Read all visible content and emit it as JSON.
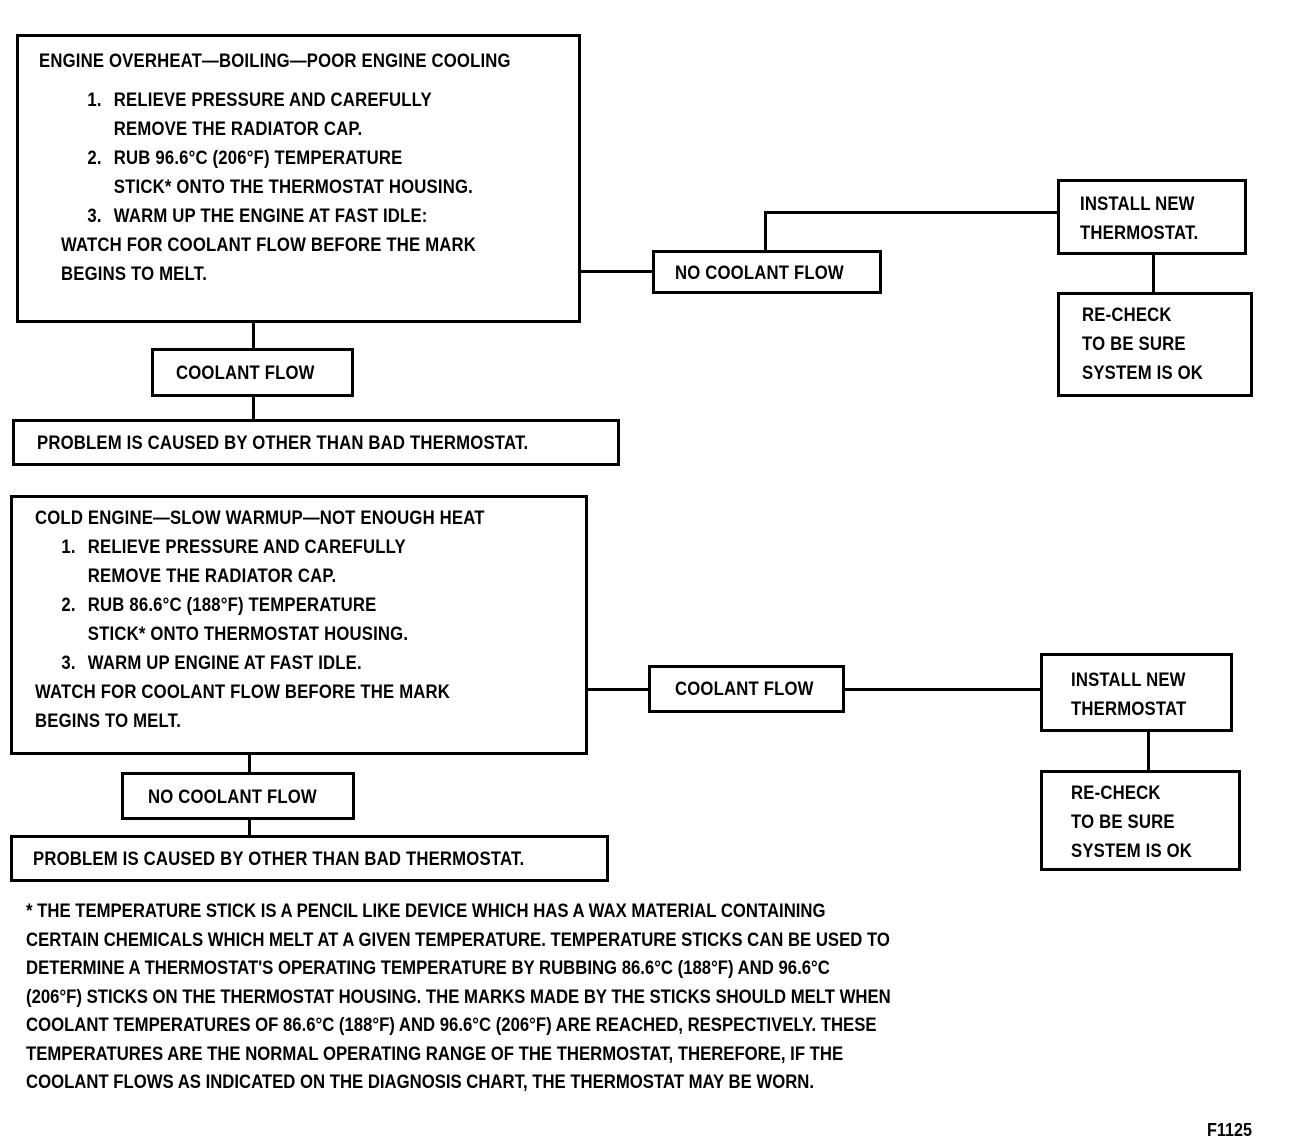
{
  "section1": {
    "main_title": "ENGINE OVERHEAT—BOILING—POOR ENGINE COOLING",
    "steps": [
      {
        "num": "1.",
        "lines": [
          "RELIEVE PRESSURE AND CAREFULLY",
          "REMOVE THE RADIATOR CAP."
        ]
      },
      {
        "num": "2.",
        "lines": [
          "RUB 96.6°C (206°F) TEMPERATURE",
          "STICK* ONTO THE THERMOSTAT HOUSING."
        ]
      },
      {
        "num": "3.",
        "lines": [
          "WARM UP THE ENGINE AT FAST IDLE:"
        ]
      }
    ],
    "watch_lines": [
      "WATCH FOR COOLANT FLOW BEFORE THE MARK",
      "BEGINS TO MELT."
    ],
    "side_branch": "NO COOLANT FLOW",
    "action": [
      "INSTALL NEW",
      "THERMOSTAT."
    ],
    "recheck": [
      "RE-CHECK",
      "TO BE SURE",
      "SYSTEM IS OK"
    ],
    "down_branch": "COOLANT FLOW",
    "result": "PROBLEM IS CAUSED BY OTHER THAN BAD THERMOSTAT."
  },
  "section2": {
    "main_title": "COLD ENGINE—SLOW WARMUP—NOT ENOUGH HEAT",
    "steps": [
      {
        "num": "1.",
        "lines": [
          "RELIEVE PRESSURE AND CAREFULLY",
          "REMOVE THE RADIATOR CAP."
        ]
      },
      {
        "num": "2.",
        "lines": [
          "RUB 86.6°C (188°F) TEMPERATURE",
          "STICK* ONTO THERMOSTAT HOUSING."
        ]
      },
      {
        "num": "3.",
        "lines": [
          "WARM UP ENGINE AT FAST IDLE."
        ]
      }
    ],
    "watch_lines": [
      "WATCH FOR COOLANT FLOW BEFORE THE MARK",
      "BEGINS TO MELT."
    ],
    "side_branch": "COOLANT FLOW",
    "action": [
      "INSTALL NEW",
      "THERMOSTAT"
    ],
    "recheck": [
      "RE-CHECK",
      "TO BE SURE",
      "SYSTEM IS OK"
    ],
    "down_branch": "NO COOLANT FLOW",
    "result": "PROBLEM IS CAUSED BY OTHER THAN BAD THERMOSTAT."
  },
  "footnote": [
    "* THE TEMPERATURE STICK IS A PENCIL LIKE DEVICE WHICH HAS A WAX MATERIAL CONTAINING",
    "CERTAIN CHEMICALS WHICH MELT AT A GIVEN TEMPERATURE. TEMPERATURE STICKS CAN BE USED TO",
    "DETERMINE A THERMOSTAT'S OPERATING TEMPERATURE BY RUBBING 86.6°C (188°F) AND 96.6°C",
    "(206°F) STICKS ON THE THERMOSTAT HOUSING. THE MARKS MADE BY THE STICKS SHOULD MELT WHEN",
    "COOLANT TEMPERATURES OF 86.6°C (188°F) AND 96.6°C (206°F) ARE REACHED, RESPECTIVELY. THESE",
    "TEMPERATURES ARE THE NORMAL OPERATING RANGE OF THE THERMOSTAT, THEREFORE, IF THE",
    "COOLANT FLOWS AS INDICATED ON THE DIAGNOSIS CHART, THE THERMOSTAT MAY BE WORN."
  ],
  "figure_id": "F1125"
}
